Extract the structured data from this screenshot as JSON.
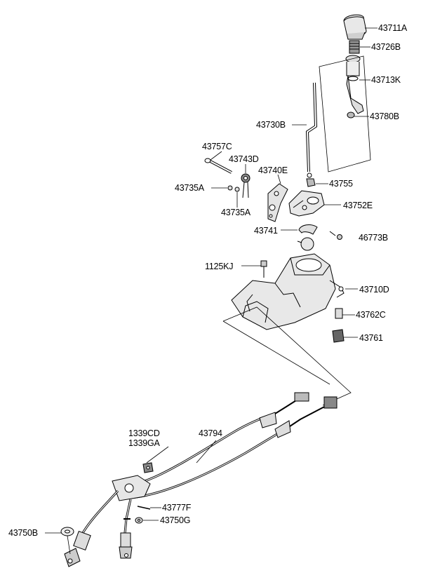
{
  "diagram": {
    "parts": {
      "p43711A": "43711A",
      "p43726B": "43726B",
      "p43713K": "43713K",
      "p43780B": "43780B",
      "p43730B": "43730B",
      "p43757C": "43757C",
      "p43743D": "43743D",
      "p43740E": "43740E",
      "p43735A_1": "43735A",
      "p43735A_2": "43735A",
      "p43755": "43755",
      "p43752E": "43752E",
      "p43741": "43741",
      "p46773B": "46773B",
      "p1125KJ": "1125KJ",
      "p43710D": "43710D",
      "p43762C": "43762C",
      "p43761": "43761",
      "p1339CD": "1339CD",
      "p1339GA": "1339GA",
      "p43794": "43794",
      "p43777F": "43777F",
      "p43750G": "43750G",
      "p43750B": "43750B"
    }
  }
}
